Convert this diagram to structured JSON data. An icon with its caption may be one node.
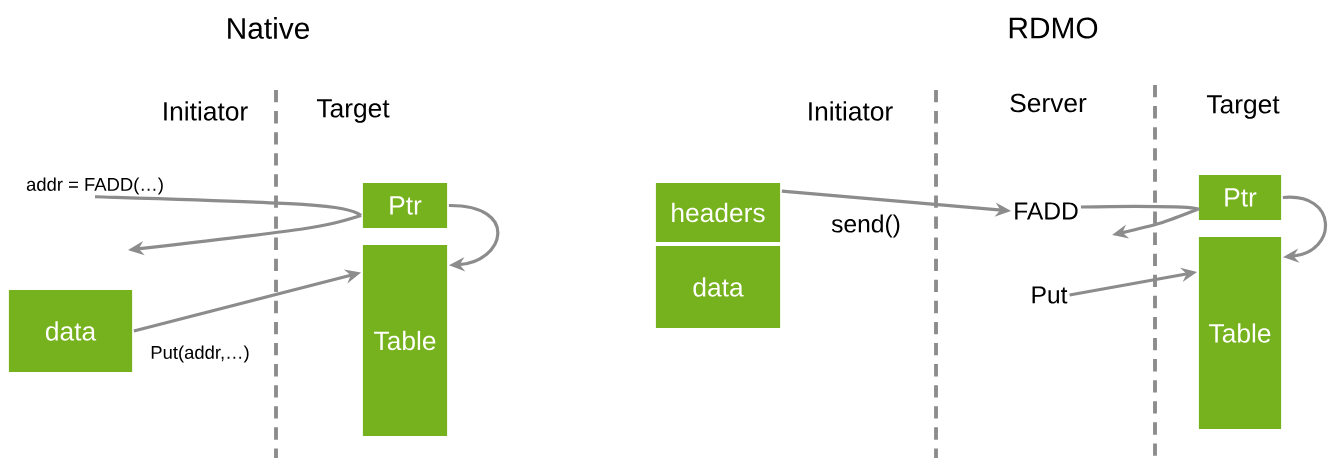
{
  "diagram": {
    "nodes": [
      {
        "text": [
          "addr = FADD(…)"
        ]
      },
      {
        "text": [
          "data"
        ]
      },
      {
        "text": [
          "Ptr"
        ]
      },
      {
        "text": [
          "Table"
        ]
      },
      {
        "text": [
          "headers"
        ]
      },
      {
        "text": [
          "data"
        ]
      },
      {
        "text": [
          "FADD"
        ]
      },
      {
        "text": [
          "Put"
        ]
      },
      {
        "text": [
          "Ptr"
        ]
      },
      {
        "text": [
          "Table"
        ]
      }
    ],
    "edges": [
      {
        "from": 0,
        "to": 2,
        "arrow": "none"
      },
      {
        "from": 2,
        "to": null,
        "arrow": "to"
      },
      {
        "from": 2,
        "to": 3,
        "arrow": "to"
      },
      {
        "from": 1,
        "to": 3,
        "arrow": "to",
        "label": "Put(addr,…)"
      },
      {
        "from": 4,
        "to": 6,
        "arrow": "to",
        "label": "send()"
      },
      {
        "from": 6,
        "to": 8,
        "arrow": "none"
      },
      {
        "from": 8,
        "to": null,
        "arrow": "to"
      },
      {
        "from": 8,
        "to": 9,
        "arrow": "to"
      },
      {
        "from": 7,
        "to": 9,
        "arrow": "to"
      }
    ],
    "labels": [
      "Native",
      "RDMO",
      "Initiator",
      "Target",
      "Initiator",
      "Server",
      "Target"
    ]
  }
}
